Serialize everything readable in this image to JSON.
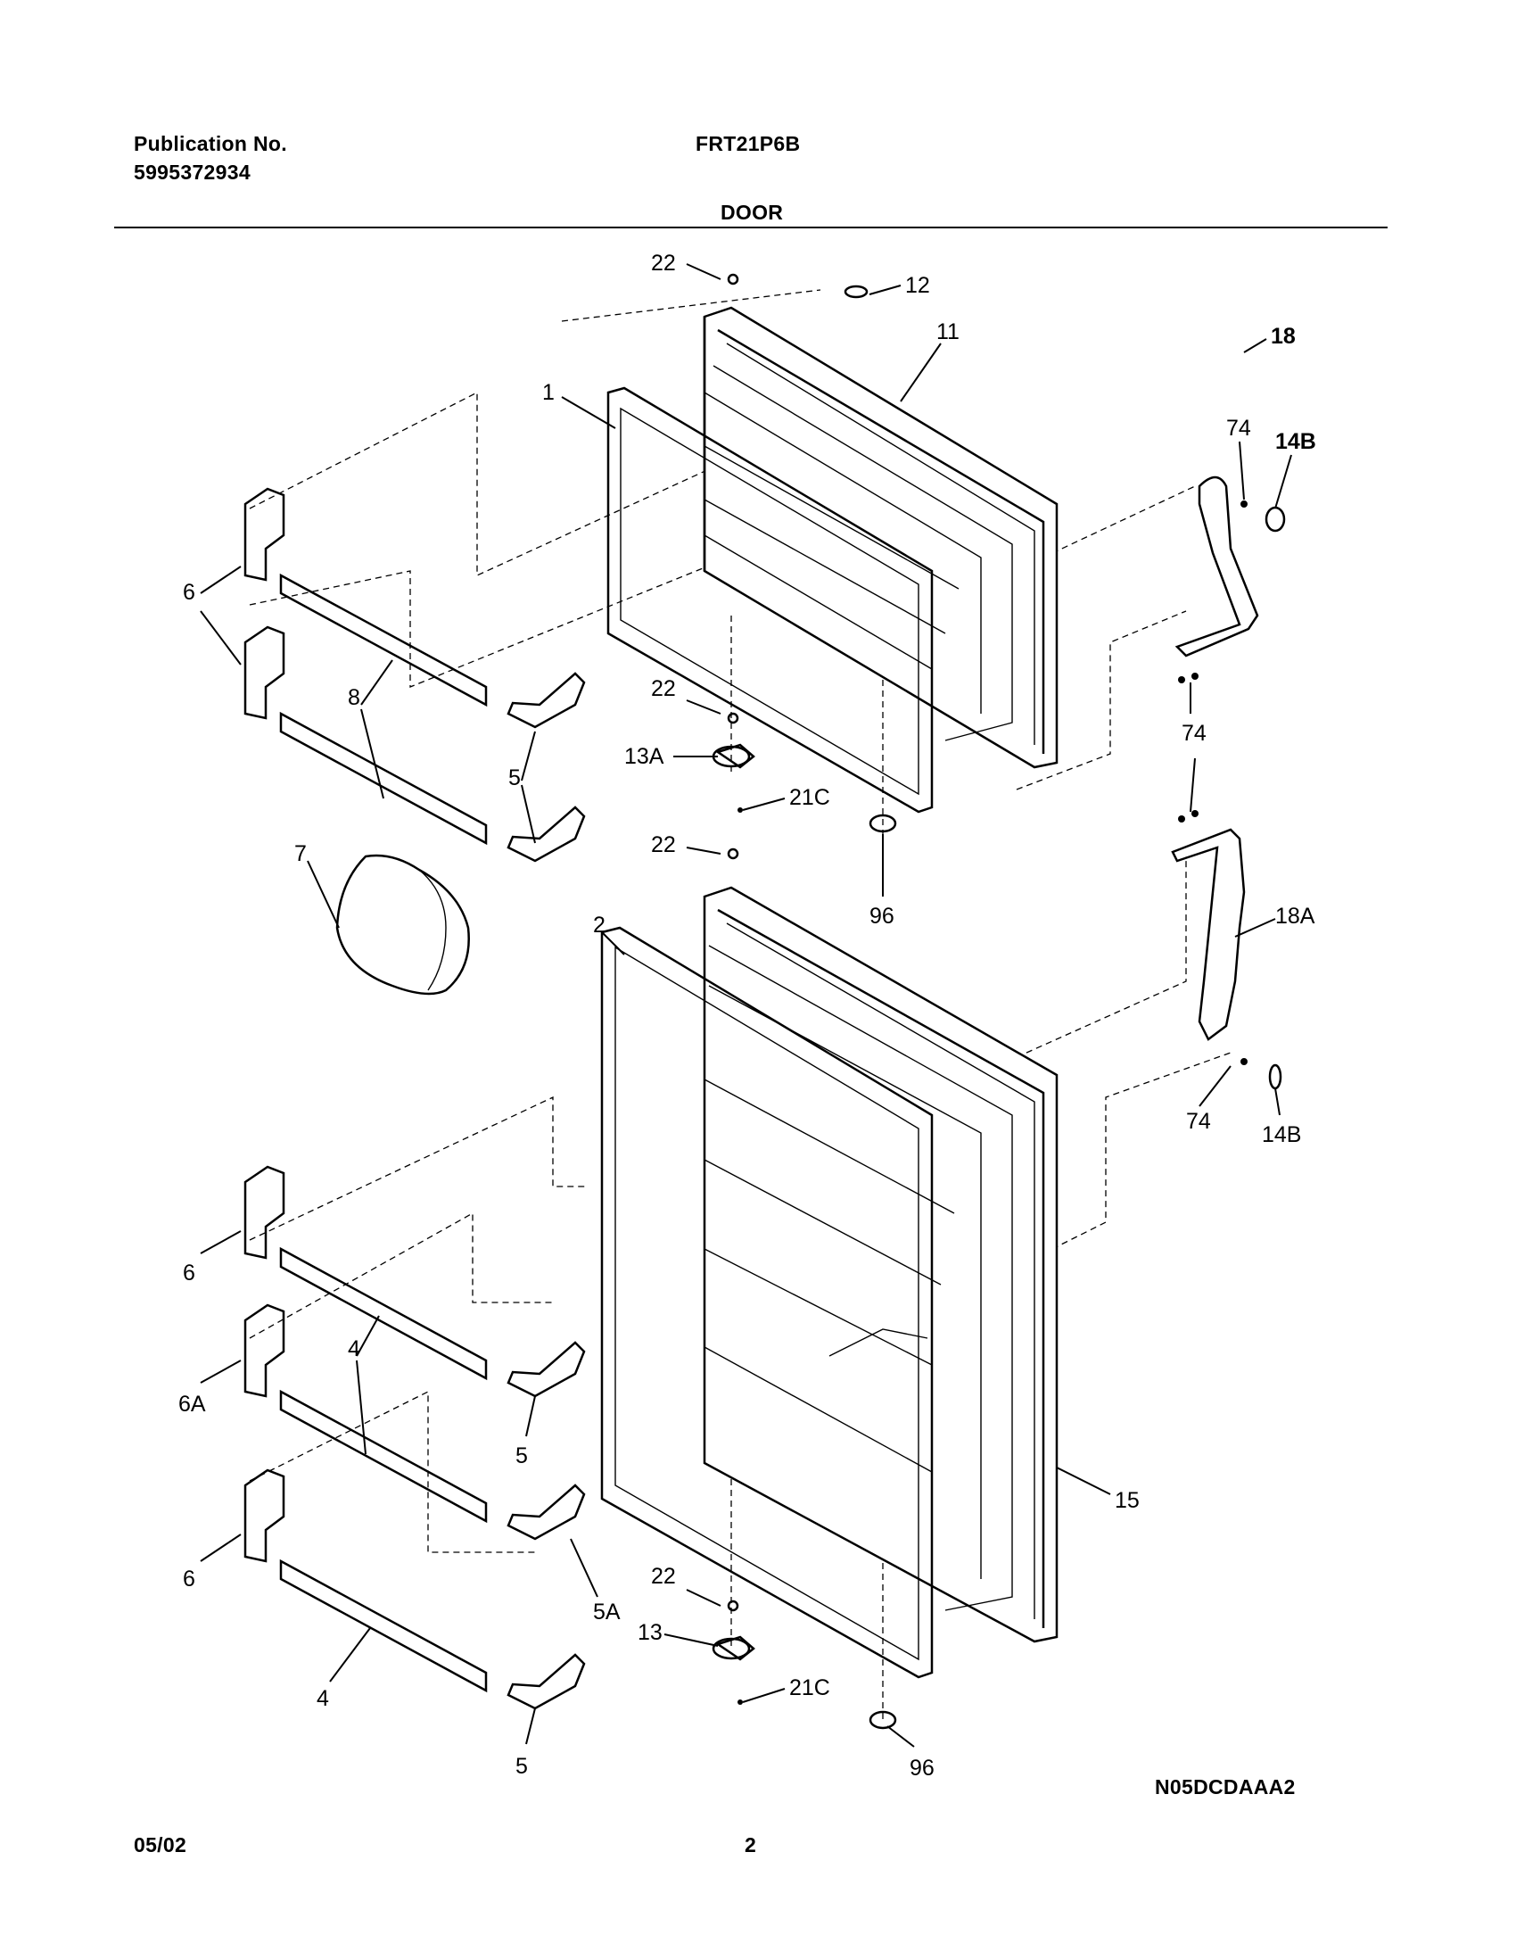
{
  "header": {
    "publication_label": "Publication No.",
    "publication_number": "5995372934",
    "model": "FRT21P6B",
    "section_title": "DOOR"
  },
  "callouts": {
    "c22a": "22",
    "c12": "12",
    "c11": "11",
    "c1": "1",
    "c74a": "74",
    "c14Ba": "14B",
    "c18": "18",
    "c6a": "6",
    "c8": "8",
    "c22b": "22",
    "c13A": "13A",
    "c21Ca": "21C",
    "c5a": "5",
    "c74b": "74",
    "c22c": "22",
    "c96a": "96",
    "c7": "7",
    "c2": "2",
    "c18A": "18A",
    "c74c": "74",
    "c14Bb": "14B",
    "c6b": "6",
    "c4a": "4",
    "c6A": "6A",
    "c5b": "5",
    "c15": "15",
    "c6c": "6",
    "c22d": "22",
    "c5A": "5A",
    "c13": "13",
    "c21Cb": "21C",
    "c4b": "4",
    "c5c": "5",
    "c96b": "96"
  },
  "footer": {
    "drawing_code": "N05DCDAAA2",
    "date": "05/02",
    "page_number": "2"
  }
}
